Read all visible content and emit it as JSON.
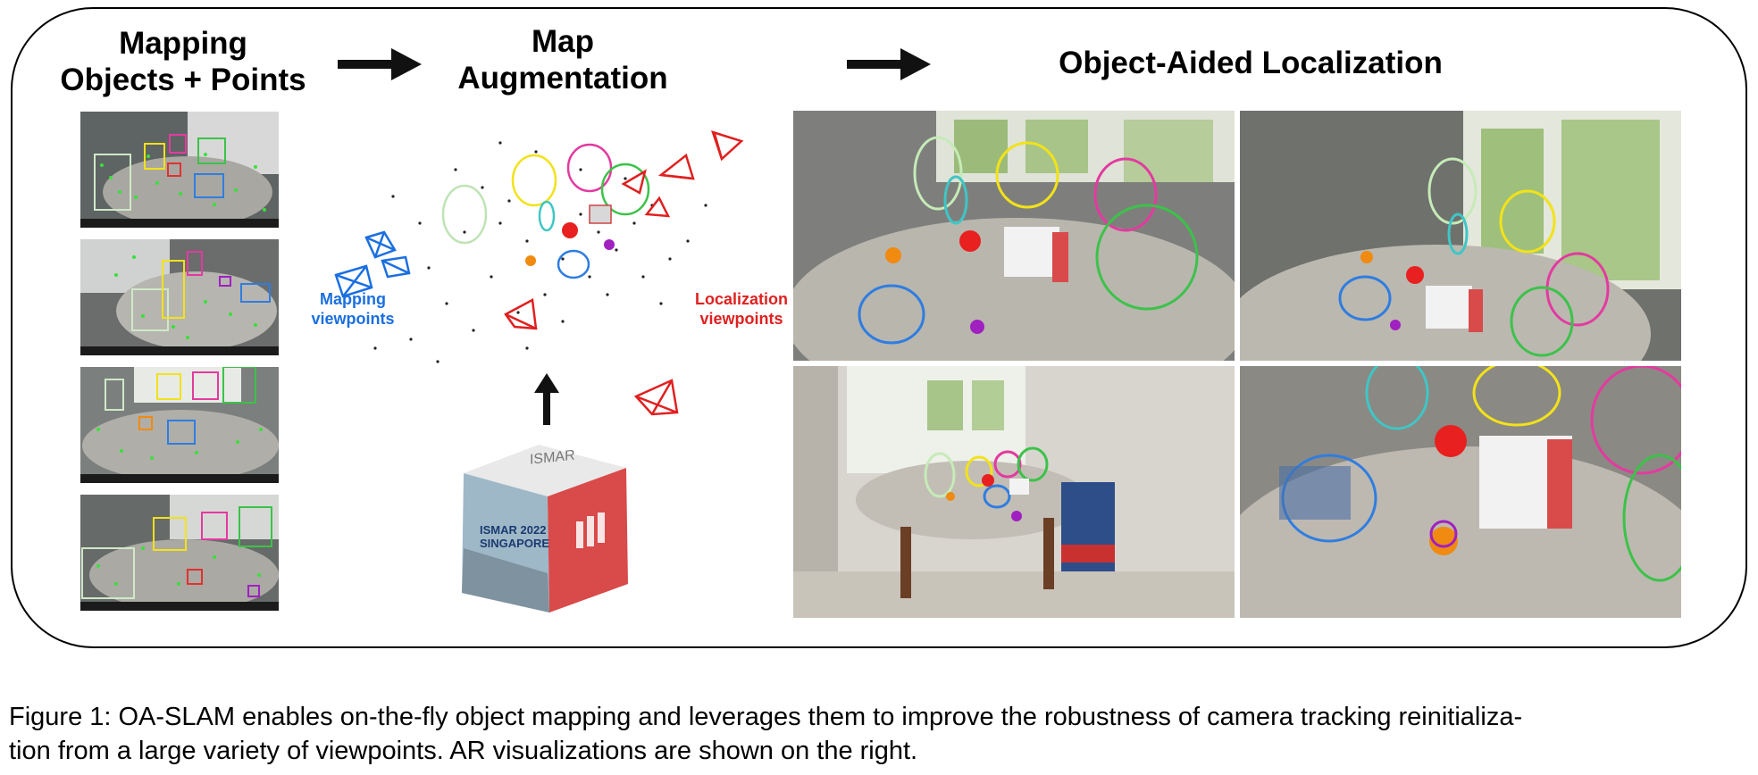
{
  "headings": {
    "mapping": "Mapping\nObjects + Points",
    "augmentation": "Map\nAugmentation",
    "localization": "Object-Aided Localization"
  },
  "labels": {
    "mapping_viewpoints": "Mapping\nviewpoints",
    "localization_viewpoints": "Localization\nviewpoints"
  },
  "cube_logo": "ISMAR",
  "cube_banner": "ISMAR 2022\nSINGAPORE",
  "caption": {
    "line1": "Figure 1: OA-SLAM enables on-the-fly object mapping and leverages them to improve the robustness of camera tracking reinitializa-",
    "line2": "tion from a large variety of viewpoints. AR visualizations are shown on the right."
  },
  "colors": {
    "mapping_viewpoints": "#1a6fe0",
    "localization_viewpoints": "#e02020",
    "cube_red": "#d94a4a"
  }
}
